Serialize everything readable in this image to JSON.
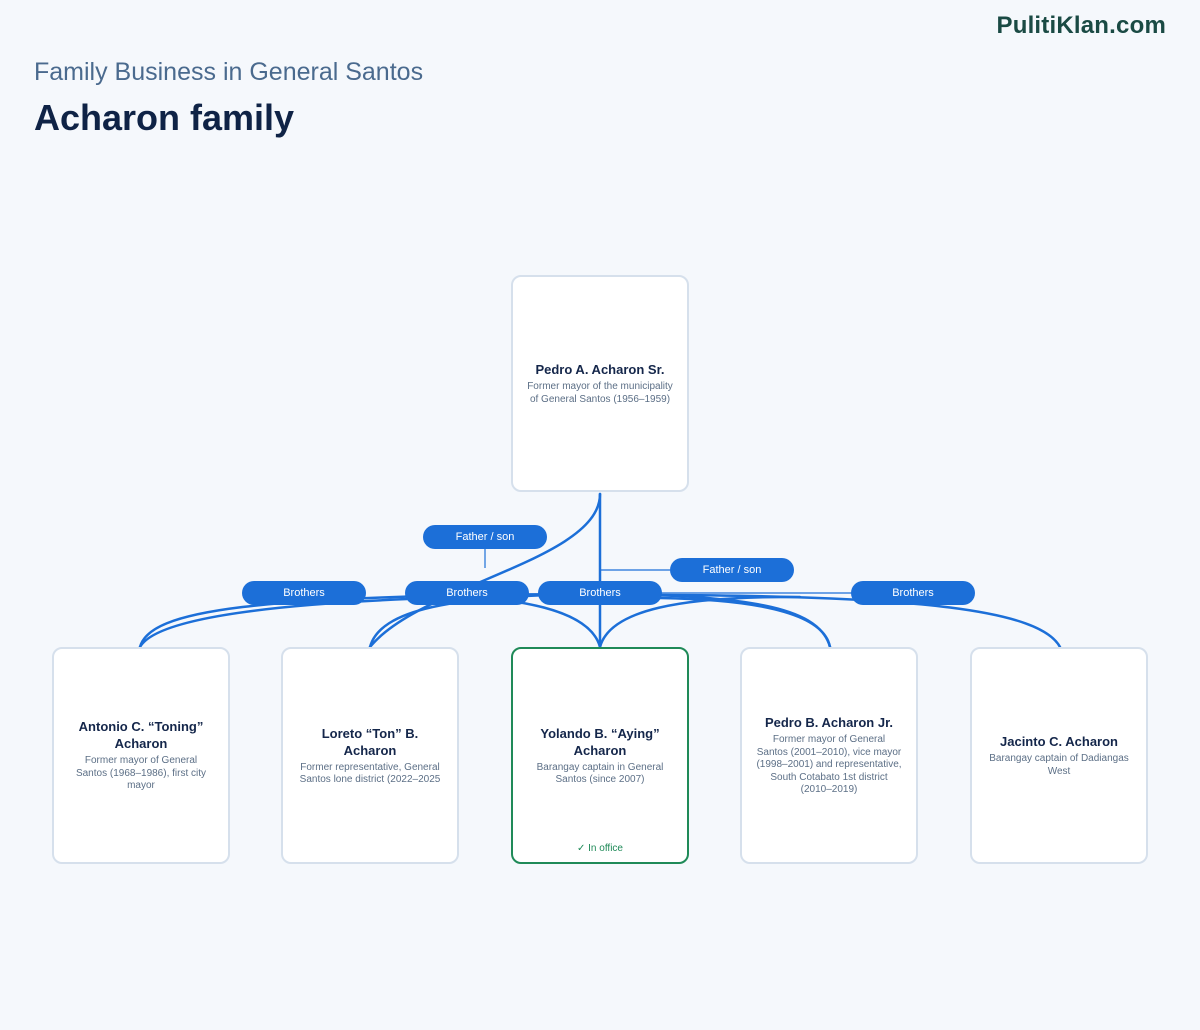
{
  "header": {
    "brand": "PulitiKlan.com",
    "subtitle": "Family Business in General Santos",
    "title": "Acharon family"
  },
  "people": {
    "pedro_sr": {
      "name": "Pedro A. Acharon Sr.",
      "desc": "Former mayor of the municipality of General Santos (1956–1959)"
    },
    "antonio": {
      "name": "Antonio C. “Toning” Acharon",
      "desc": "Former mayor of General Santos (1968–1986), first city mayor"
    },
    "loreto": {
      "name": "Loreto “Ton” B. Acharon",
      "desc": "Former representative, General Santos lone district (2022–2025"
    },
    "yolando": {
      "name": "Yolando B. “Aying” Acharon",
      "desc": "Barangay captain in General Santos (since 2007)",
      "status": "✓ In office"
    },
    "pedro_jr": {
      "name": "Pedro B. Acharon Jr.",
      "desc": "Former mayor of General Santos (2001–2010), vice mayor (1998–2001) and representative, South Cotabato 1st district (2010–2019)"
    },
    "jacinto": {
      "name": "Jacinto C. Acharon",
      "desc": "Barangay captain of Dadiangas West"
    }
  },
  "relations": {
    "father_son_1": "Father / son",
    "father_son_2": "Father / son",
    "brothers_1": "Brothers",
    "brothers_2": "Brothers",
    "brothers_3": "Brothers",
    "brothers_4": "Brothers"
  },
  "colors": {
    "line": "#1c6fd8",
    "pill": "#1c6fd8",
    "active_border": "#1f8a58"
  }
}
